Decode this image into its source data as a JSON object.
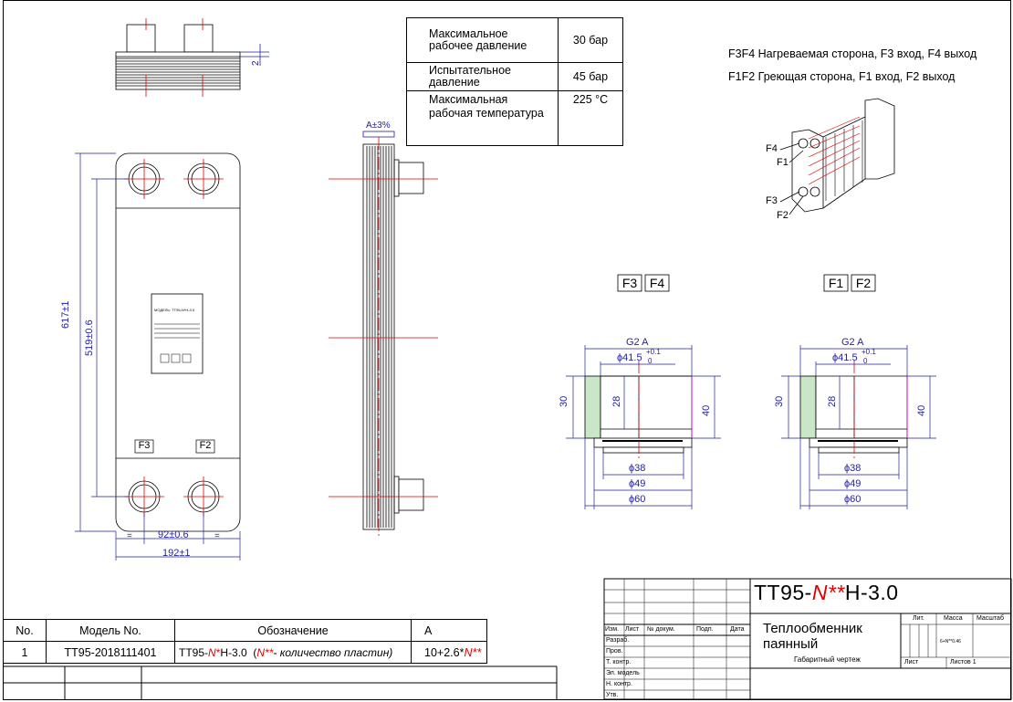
{
  "spec_table": {
    "rows": [
      {
        "label": "Максимальное рабочее давление",
        "value": "30 бар"
      },
      {
        "label": "Испытательное давление",
        "value": "45 бар"
      },
      {
        "label": "Максимальная рабочая температура",
        "value": "225 °С"
      }
    ]
  },
  "legend": {
    "line1": "F3F4 Нагреваемая сторона, F3 вход, F4 выход",
    "line2": "F1F2 Греющая сторона, F1 вход, F2 выход"
  },
  "ports": {
    "f1": "F1",
    "f2": "F2",
    "f3": "F3",
    "f4": "F4"
  },
  "front_view": {
    "dim_height_total": "617±1",
    "dim_height_ports": "519±0.6",
    "dim_width_ports": "92±0.6",
    "dim_width_total": "192±1",
    "equal_mark": "=",
    "nameplate_model": "МОДЕЛЬ: TT95-N*H-3.0"
  },
  "top_view": {
    "dim": "2"
  },
  "side_view": {
    "dim": "A±3%"
  },
  "detail": {
    "thread": "G2 A",
    "d_inner": "ϕ41.5",
    "tol_upper": "+0.1",
    "tol_lower": "0",
    "h30": "30",
    "h28": "28",
    "h40": "40",
    "d38": "ϕ38",
    "d49": "ϕ49",
    "d60": "ϕ60"
  },
  "model_table": {
    "headers": {
      "no": "No.",
      "model": "Модель No.",
      "designation": "Обозначение",
      "a": "A"
    },
    "row": {
      "no": "1",
      "model": "TT95-2018111401",
      "designation_prefix": "TT95-",
      "designation_n": "N",
      "designation_star": "*",
      "designation_suffix": "H-3.0",
      "designation_note_open": "(",
      "designation_note_n": "N**",
      "designation_note_text": "- количество пластин)",
      "a_value_prefix": "10+2.6*",
      "a_value_n": "N**"
    }
  },
  "title_block": {
    "code_prefix": "TT95-",
    "code_n": "N**",
    "code_suffix": "H-3.0",
    "title_line1": "Теплообменник",
    "title_line2": "паянный",
    "subtitle": "Габаритный чертеж",
    "col_izm": "Изм.",
    "col_list": "Лист",
    "col_doc": "№ докум.",
    "col_sign": "Подп.",
    "col_date": "Дата",
    "row_razrab": "Разраб.",
    "row_prov": "Пров.",
    "row_tkontr": "Т. контр.",
    "row_elmodel": "Эл. модель",
    "row_nkontr": "Н. контр.",
    "row_utv": "Утв.",
    "lit": "Лит.",
    "massa": "Масса",
    "masshtab": "Масштаб",
    "mass_formula": "6+N**0.46",
    "list": "Лист",
    "listov": "Листов 1"
  }
}
